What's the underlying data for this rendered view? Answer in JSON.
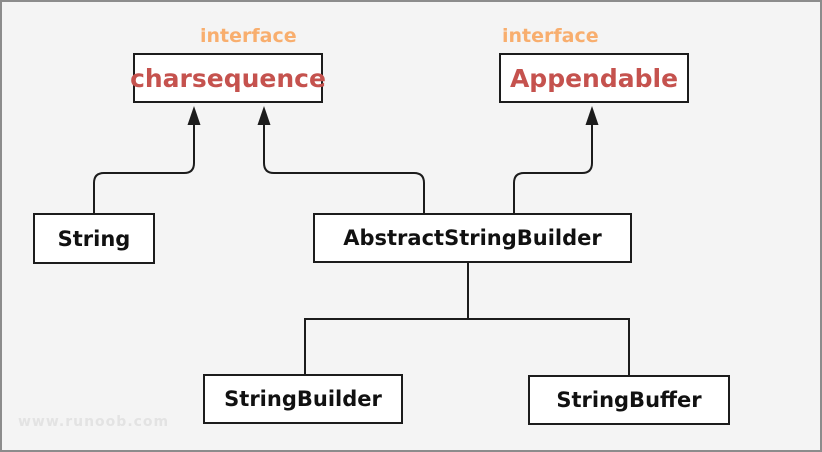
{
  "watermark": "www.runoob.com",
  "colors": {
    "background": "#f4f4f4",
    "box_background": "#ffffff",
    "line": "#1c1c1c",
    "class_name": "#111111",
    "interface_label": "#f8ae6e",
    "interface_name": "#c5524e",
    "watermark": "#e3e3e3"
  },
  "nodes": {
    "charsequence": {
      "stereotype": "interface",
      "label": "charsequence"
    },
    "appendable": {
      "stereotype": "interface",
      "label": "Appendable"
    },
    "string": {
      "label": "String"
    },
    "abstract_string_builder": {
      "label": "AbstractStringBuilder"
    },
    "string_builder": {
      "label": "StringBuilder"
    },
    "string_buffer": {
      "label": "StringBuffer"
    }
  },
  "relations": [
    {
      "from": "String",
      "to": "charsequence",
      "type": "implements"
    },
    {
      "from": "AbstractStringBuilder",
      "to": "charsequence",
      "type": "implements"
    },
    {
      "from": "AbstractStringBuilder",
      "to": "Appendable",
      "type": "implements"
    },
    {
      "from": "AbstractStringBuilder",
      "to": "StringBuilder",
      "type": "parent-of"
    },
    {
      "from": "AbstractStringBuilder",
      "to": "StringBuffer",
      "type": "parent-of"
    }
  ]
}
